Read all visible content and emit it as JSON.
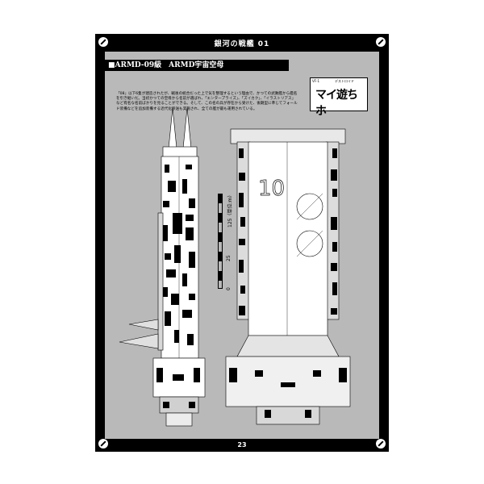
{
  "header": {
    "title": "銀河の戦艦 01"
  },
  "section": {
    "heading": "■ARMD-09級　ARMD宇宙空母"
  },
  "description": "「08」以下6隻が建造されたが、戦後の統合だった上で気を整理するという理由で、かつての武勲艦から艦名を引き継いだ。当初かつての空母から名前が選ばれ、「エンタープライズ」、「ズイカク」、「イラストリアス」など有名な名前ばかりを見ることができる。そして、この名の兵が存在から受けた、後期型に準じてフォールド装備などを追加装備する近代化移送も実施され、全ての艦が最も運用されている。",
  "logo": {
    "caption_left": "VF-1",
    "caption_right": "デストロイド",
    "mark": "マイ遊ちホ"
  },
  "scale": {
    "unit_label": "125（単位:m）",
    "mid_label": "25",
    "zero_label": "0"
  },
  "ship_side": {
    "hull_number": "10"
  },
  "footer": {
    "page_number": "23"
  },
  "colors": {
    "page_bg": "#b9b9b9",
    "frame": "#000000",
    "ink": "#000000",
    "paper": "#ffffff"
  }
}
